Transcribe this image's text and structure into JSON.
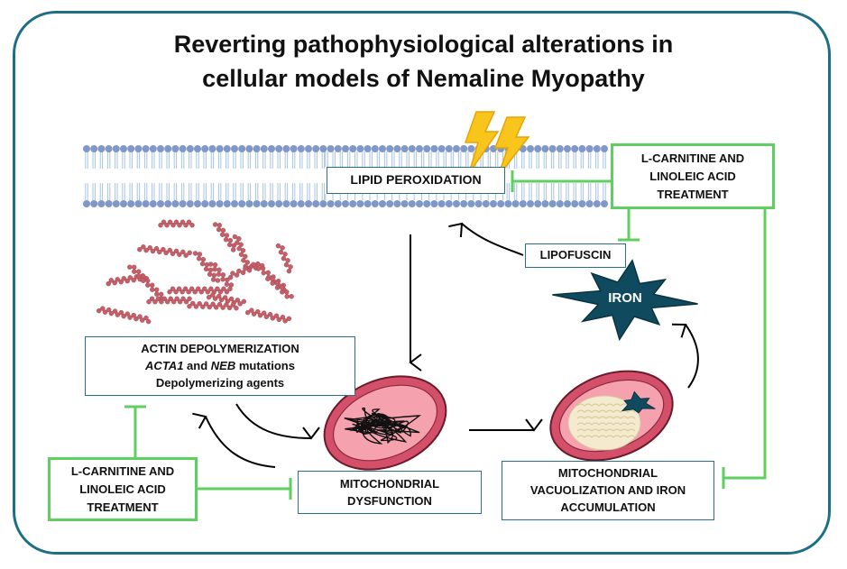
{
  "title": {
    "line1": "Reverting  pathophysiological alterations in",
    "line2": "cellular models of Nemaline Myopathy"
  },
  "labels": {
    "lipid_peroxidation": "LIPID PEROXIDATION",
    "lipofuscin": "LIPOFUSCIN",
    "iron": "IRON",
    "actin": {
      "line1": "ACTIN DEPOLYMERIZATION",
      "acta1": "ACTA1",
      "and": " and ",
      "neb": "NEB",
      "mutations": " mutations",
      "line3": "Depolymerizing agents"
    },
    "mito_dysfunction": {
      "line1": "MITOCHONDRIAL",
      "line2": "DYSFUNCTION"
    },
    "mito_vacuolization": {
      "line1": "MITOCHONDRIAL",
      "line2": "VACUOLIZATION AND IRON",
      "line3": "ACCUMULATION"
    },
    "treatment_top": {
      "line1": "L-CARNITINE AND",
      "line2": "LINOLEIC ACID",
      "line3": "TREATMENT"
    },
    "treatment_bottom": {
      "line1": "L-CARNITINE AND",
      "line2": "LINOLEIC ACID",
      "line3": "TREATMENT"
    }
  },
  "colors": {
    "frame": "#1e6e86",
    "box_border": "#2a6f86",
    "inhibition": "#5fd05f",
    "membrane_head": "#7f97c9",
    "membrane_tail": "#a9c3e4",
    "lightning": "#f7c51b",
    "iron_star": "#0f4a5e",
    "mito_outer": "#d4506a",
    "mito_inner": "#f5a1ae",
    "actin": "#c4606a"
  },
  "icons": [
    "lightning-icon",
    "iron-star-icon",
    "mitochondrion-icon",
    "actin-filament-icon"
  ]
}
